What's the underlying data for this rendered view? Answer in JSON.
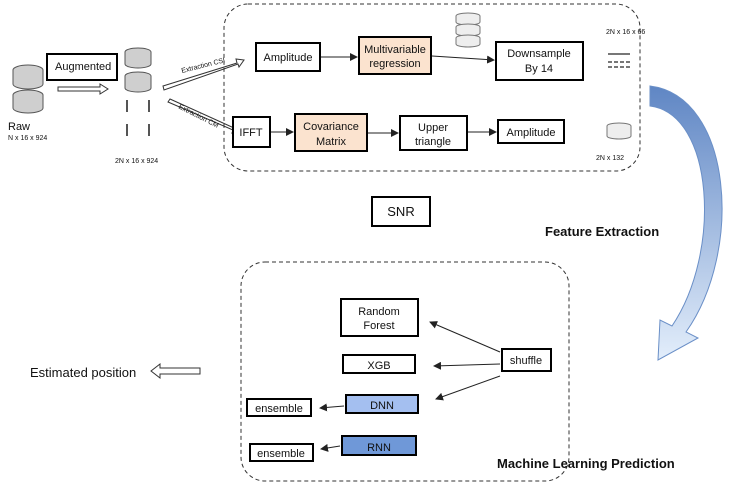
{
  "raw": {
    "label": "Raw",
    "dims": "N x 16 x 924"
  },
  "augmented": {
    "label": "Augmented",
    "dims": "2N x 16 x 924"
  },
  "extraction_csi": "Extraction CSI",
  "extraction_cm": "Extraction CM",
  "top_row": {
    "amplitude": "Amplitude",
    "multivariable_regression": [
      "Multivariable",
      "regression"
    ],
    "downsample": [
      "Downsample",
      "By 14"
    ],
    "dims": "2N x 16 x 66"
  },
  "bottom_row": {
    "ifft": "IFFT",
    "covariance_matrix": [
      "Covariance",
      "Matrix"
    ],
    "upper_triangle": [
      "Upper",
      "triangle"
    ],
    "amplitude": "Amplitude",
    "dims": "2N x 132"
  },
  "snr": "SNR",
  "feature_extraction": "Feature Extraction",
  "ml": {
    "random_forest": [
      "Random",
      "Forest"
    ],
    "xgb": "XGB",
    "dnn": "DNN",
    "rnn": "RNN",
    "shuffle": "shuffle",
    "ensemble_1": "ensemble",
    "ensemble_2": "ensemble"
  },
  "machine_learning_prediction": "Machine Learning Prediction",
  "estimated_position": "Estimated position",
  "colors": {
    "peach": "#fbe3cf",
    "light_blue": "#a4bff0",
    "blue": "#6f98d8",
    "curved_arrow": "#bcd3ee"
  }
}
